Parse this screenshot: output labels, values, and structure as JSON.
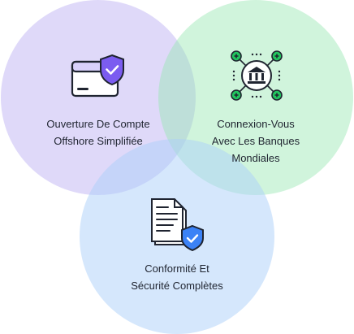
{
  "venn": {
    "items": [
      {
        "id": "offshore",
        "icon": "browser-shield-icon",
        "lines": [
          "Ouverture De Compte",
          "Offshore Simplifiée"
        ],
        "color": "#C4BAF4"
      },
      {
        "id": "banks",
        "icon": "bank-network-icon",
        "lines": [
          "Connexion-Vous",
          "Avec Les Banques",
          "Mondiales"
        ],
        "color": "#96E6B2"
      },
      {
        "id": "compliance",
        "icon": "document-shield-icon",
        "lines": [
          "Conformité Et",
          "Sécurité Complètes"
        ],
        "color": "#ACD0FA"
      }
    ],
    "accent": "#7B5CF0",
    "node_color": "#22C55E",
    "shield_blue": "#3B82F6",
    "stroke": "#1F2430"
  }
}
